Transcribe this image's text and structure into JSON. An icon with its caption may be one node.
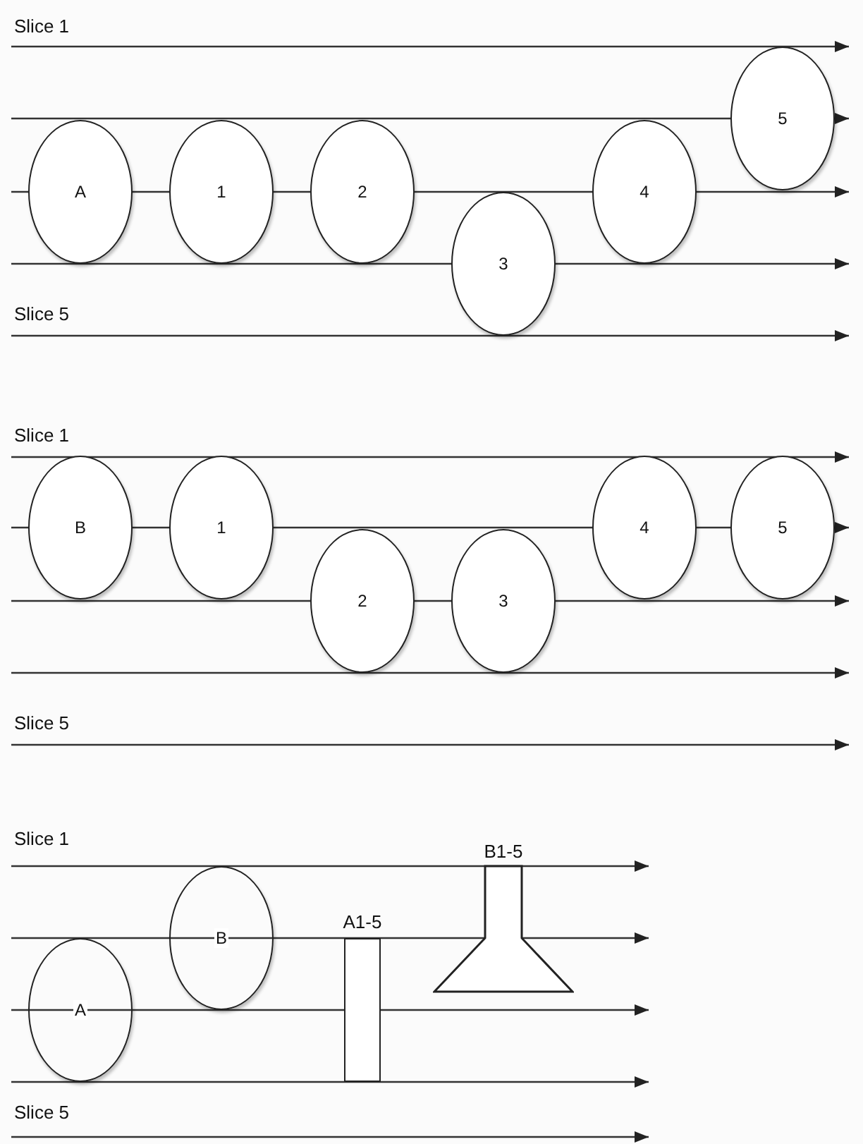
{
  "diagram": {
    "nodes": [
      {
        "text": [
          "A"
        ]
      },
      {
        "text": [
          "1"
        ]
      },
      {
        "text": [
          "2"
        ]
      },
      {
        "text": [
          "3"
        ]
      },
      {
        "text": [
          "4"
        ]
      },
      {
        "text": [
          "5"
        ]
      },
      {
        "text": [
          "B"
        ]
      },
      {
        "text": [
          "1"
        ]
      },
      {
        "text": [
          "2"
        ]
      },
      {
        "text": [
          "3"
        ]
      },
      {
        "text": [
          "4"
        ]
      },
      {
        "text": [
          "5"
        ]
      },
      {
        "text": [
          "A"
        ]
      },
      {
        "text": [
          "B"
        ]
      },
      {
        "text": [
          "A1-5"
        ]
      },
      {
        "text": [
          "B1-5"
        ]
      }
    ],
    "labels": [
      "Slice 1",
      "Slice 5",
      "Slice 1",
      "Slice 5",
      "Slice 1",
      "Slice 5"
    ]
  }
}
